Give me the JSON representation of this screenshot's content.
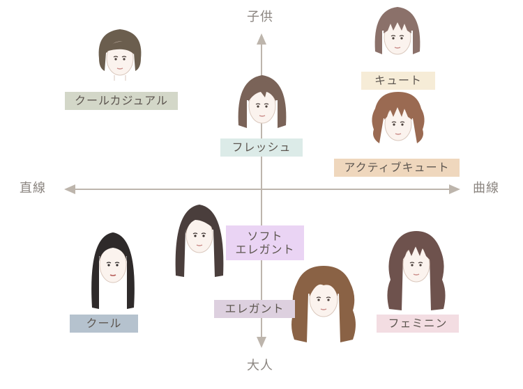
{
  "axes": {
    "top": "子供",
    "bottom": "大人",
    "left": "直線",
    "right": "曲線"
  },
  "colors": {
    "axis": "#bdb5ac",
    "axis_text": "#8b8580",
    "tag_cool_casual": "#d3d7c8",
    "tag_fresh": "#dcebe8",
    "tag_cute": "#f6ecd7",
    "tag_active_cute": "#efd7bd",
    "tag_soft_elegant": "#ead4f4",
    "tag_elegant": "#ddd0df",
    "tag_cool": "#b5c2ce",
    "tag_feminine": "#f3dde2"
  },
  "styles": [
    {
      "id": "cool-casual",
      "label": "クールカジュアル",
      "hair": "short-bob",
      "hair_color": "#6b5e4e"
    },
    {
      "id": "fresh",
      "label": "フレッシュ",
      "hair": "medium-bangs",
      "hair_color": "#7a6358"
    },
    {
      "id": "cute",
      "label": "キュート",
      "hair": "bob-bangs",
      "hair_color": "#8b716a"
    },
    {
      "id": "active-cute",
      "label": "アクティブキュート",
      "hair": "wavy-bob",
      "hair_color": "#9a6a52"
    },
    {
      "id": "soft-elegant",
      "label_line1": "ソフト",
      "label_line2": "エレガント",
      "hair": "long-side",
      "hair_color": "#4a3e3c"
    },
    {
      "id": "elegant",
      "label": "エレガント",
      "hair": "long-wavy",
      "hair_color": "#8a6245"
    },
    {
      "id": "cool",
      "label": "クール",
      "hair": "long-straight",
      "hair_color": "#2e2a2a"
    },
    {
      "id": "feminine",
      "label": "フェミニン",
      "hair": "long-curly-bangs",
      "hair_color": "#6e524d"
    }
  ]
}
